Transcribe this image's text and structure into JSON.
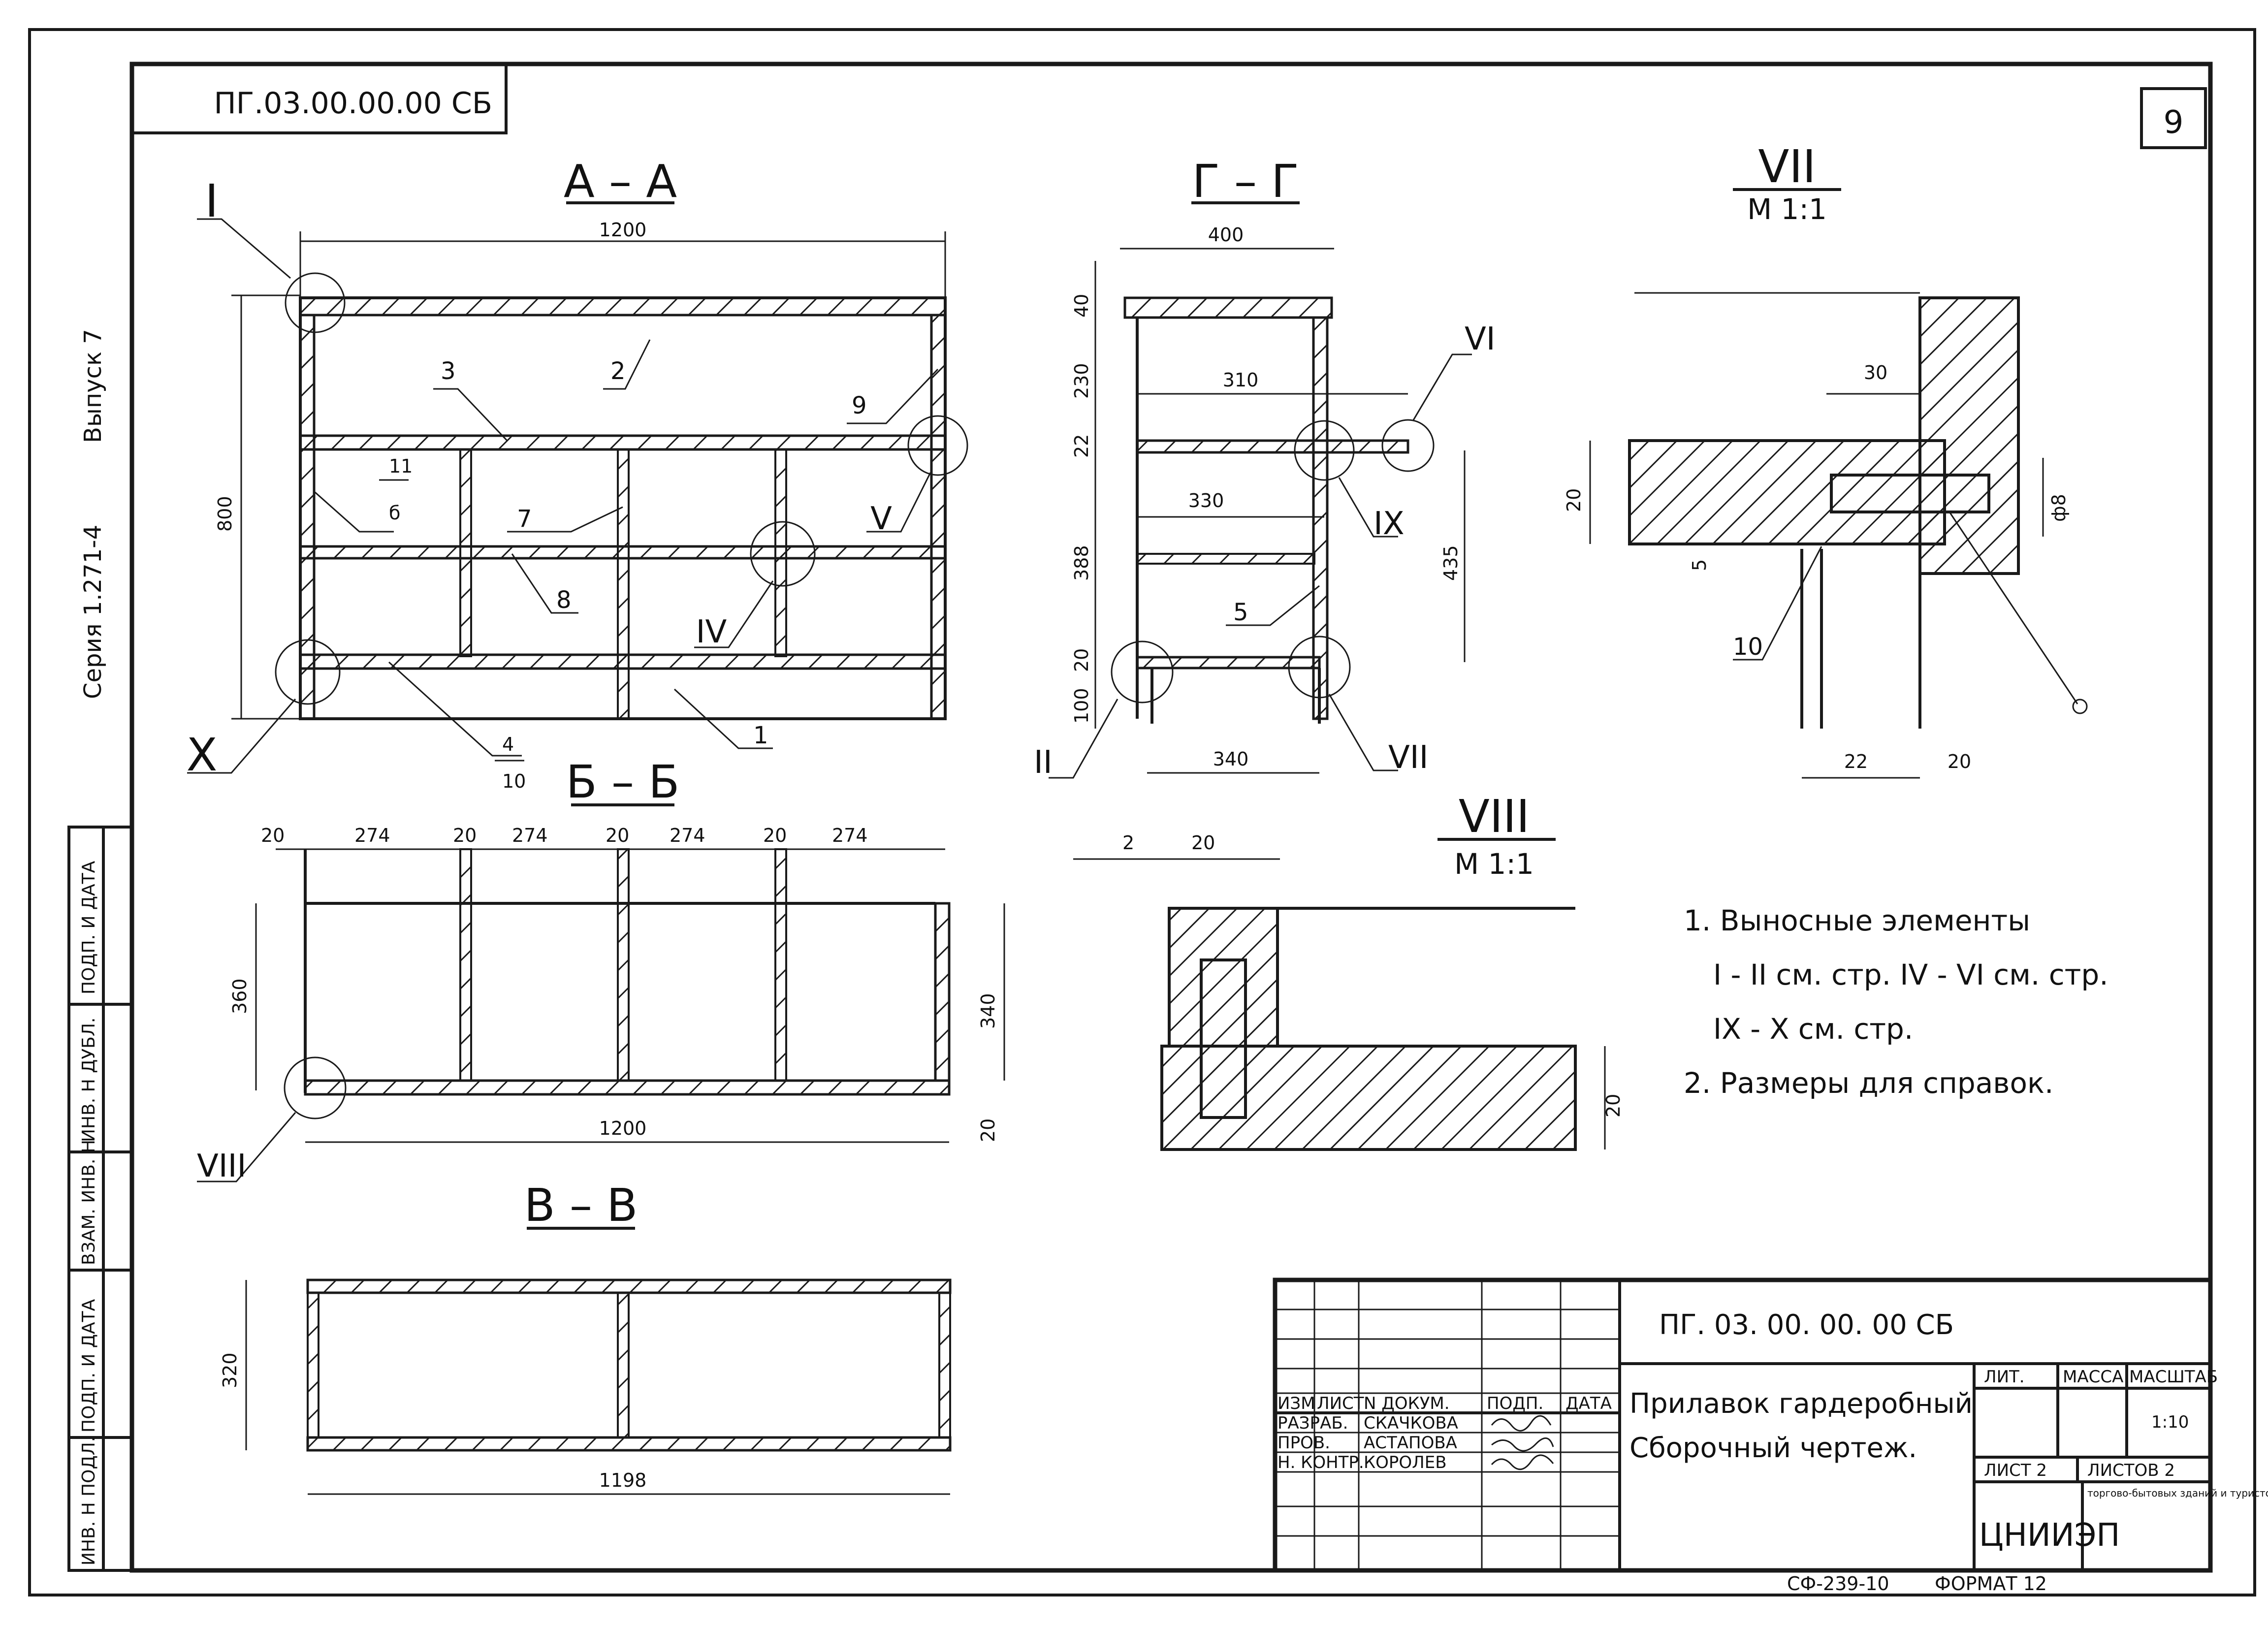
{
  "sheet": {
    "code_top_mirrored": "ПГ.03.00.00.00 СБ",
    "sheet_number": "9",
    "series_label": "Серия 1.271-4",
    "issue_label": "Выпуск 7",
    "bottom_code": "СФ-239-10",
    "format_label": "ФОРМАТ 12"
  },
  "side_stamp": {
    "cells": [
      "ПОДП. И ДАТА",
      "ИНВ. Н ДУБЛ.",
      "ВЗАМ. ИНВ. Н",
      "ПОДП. И ДАТА",
      "ИНВ. Н ПОДЛ."
    ]
  },
  "sections": {
    "aa": {
      "title": "А – А",
      "width": "1200",
      "height": "800"
    },
    "gg": {
      "title": "Г – Г",
      "top": "400",
      "mid": "310",
      "lower": "330",
      "bottom": "340",
      "d40": "40",
      "d230": "230",
      "d22": "22",
      "d388": "388",
      "d20": "20",
      "d100": "100",
      "d435": "435"
    },
    "bb": {
      "title": "Б – Б",
      "dims": [
        "20",
        "274",
        "20",
        "274",
        "20",
        "274",
        "20",
        "274"
      ],
      "width": "1200",
      "left": "360",
      "right": "340",
      "bottom": "20"
    },
    "vv": {
      "title": "В – В",
      "width": "1198",
      "height": "320"
    },
    "vii": {
      "title": "VII",
      "scale": "М 1:1",
      "d30": "30",
      "d20": "20",
      "d5": "5",
      "d22": "22",
      "d20b": "20",
      "dia": "ф8",
      "pos": "10"
    },
    "viii": {
      "title": "VIII",
      "scale": "М 1:1",
      "d2": "2",
      "d20": "20",
      "d20v": "20"
    }
  },
  "callouts": {
    "roman": [
      "I",
      "II",
      "IV",
      "V",
      "VI",
      "VII",
      "IX",
      "X",
      "VIII"
    ],
    "positions": [
      "1",
      "2",
      "3",
      "5",
      "7",
      "8",
      "9"
    ],
    "frac_top": "11",
    "frac_bot": "б",
    "frac2_top": "4",
    "frac2_bot": "10"
  },
  "notes": {
    "line1": "1. Выносные элементы",
    "line2": "I - II см. стр.  IV - VI см. стр.",
    "line3": "IX - X см. стр.",
    "line4": "2. Размеры для справок."
  },
  "title_block": {
    "designation": "ПГ. 03. 00. 00. 00 СБ",
    "name_line1": "Прилавок гардеробный",
    "name_line2": "Сборочный чертеж.",
    "hdr": [
      "ИЗМ",
      "ЛИСТ",
      "N ДОКУМ.",
      "ПОДП.",
      "ДАТА"
    ],
    "rows": [
      {
        "role": "РАЗРАБ.",
        "name": "СКАЧКОВА"
      },
      {
        "role": "ПРОВ.",
        "name": "АСТАПОВА"
      },
      {
        "role": "Н. КОНТР.",
        "name": "КОРОЛЕВ"
      }
    ],
    "lit": "ЛИТ.",
    "mass": "МАССА",
    "scale_hdr": "МАСШТАБ",
    "scale": "1:10",
    "sheet": "ЛИСТ 2",
    "sheets": "ЛИСТОВ 2",
    "org": "ЦНИИЭП",
    "org_sub": "торгово-бытовых зданий и туристских комплексов"
  }
}
